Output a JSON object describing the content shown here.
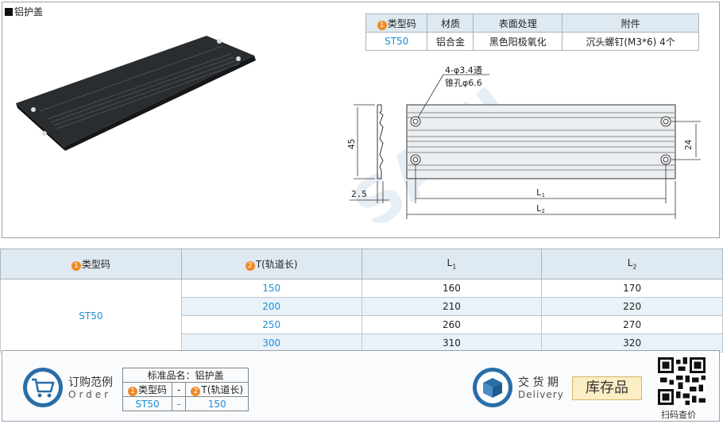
{
  "section_title": "铝护盖",
  "spec_table": {
    "headers": [
      "类型码",
      "材质",
      "表面处理",
      "附件"
    ],
    "marker_1": "1",
    "row": [
      "ST50",
      "铝合金",
      "黑色阳极氧化",
      "沉头螺钉(M3*6) 4个"
    ]
  },
  "drawing": {
    "hole_note_1": "4-φ3.4通",
    "hole_note_2": "锥孔φ6.6",
    "dim_45": "45",
    "dim_2_5": "2.5",
    "dim_24": "24",
    "dim_L1": "L",
    "dim_L1_sub": "1",
    "dim_L2": "L",
    "dim_L2_sub": "2",
    "watermark": "SAMI"
  },
  "main_table": {
    "marker_1": "1",
    "marker_2": "2",
    "col1": "类型码",
    "col2": "T(轨道长)",
    "col3": "L",
    "col3_sub": "1",
    "col4": "L",
    "col4_sub": "2",
    "type_code": "ST50",
    "rows": [
      {
        "t": "150",
        "l1": "160",
        "l2": "170"
      },
      {
        "t": "200",
        "l1": "210",
        "l2": "220"
      },
      {
        "t": "250",
        "l1": "260",
        "l2": "270"
      },
      {
        "t": "300",
        "l1": "310",
        "l2": "320"
      }
    ]
  },
  "order": {
    "label_cn": "订购范例",
    "label_en": "Order",
    "std_name_label": "标准品名：铝护盖",
    "marker_1": "1",
    "marker_2": "2",
    "col1": "类型码",
    "dash": "-",
    "col2": "T(轨道长)",
    "val1": "ST50",
    "val2": "150"
  },
  "delivery": {
    "label_cn": "交 货 期",
    "label_en": "Delivery",
    "stock": "库存品"
  },
  "qr_caption": "扫码查价",
  "colors": {
    "accent_blue": "#1e8fd5",
    "marker_orange": "#f08a24",
    "header_bg": "#dfe9f1",
    "stock_bg": "#fbeec4"
  }
}
